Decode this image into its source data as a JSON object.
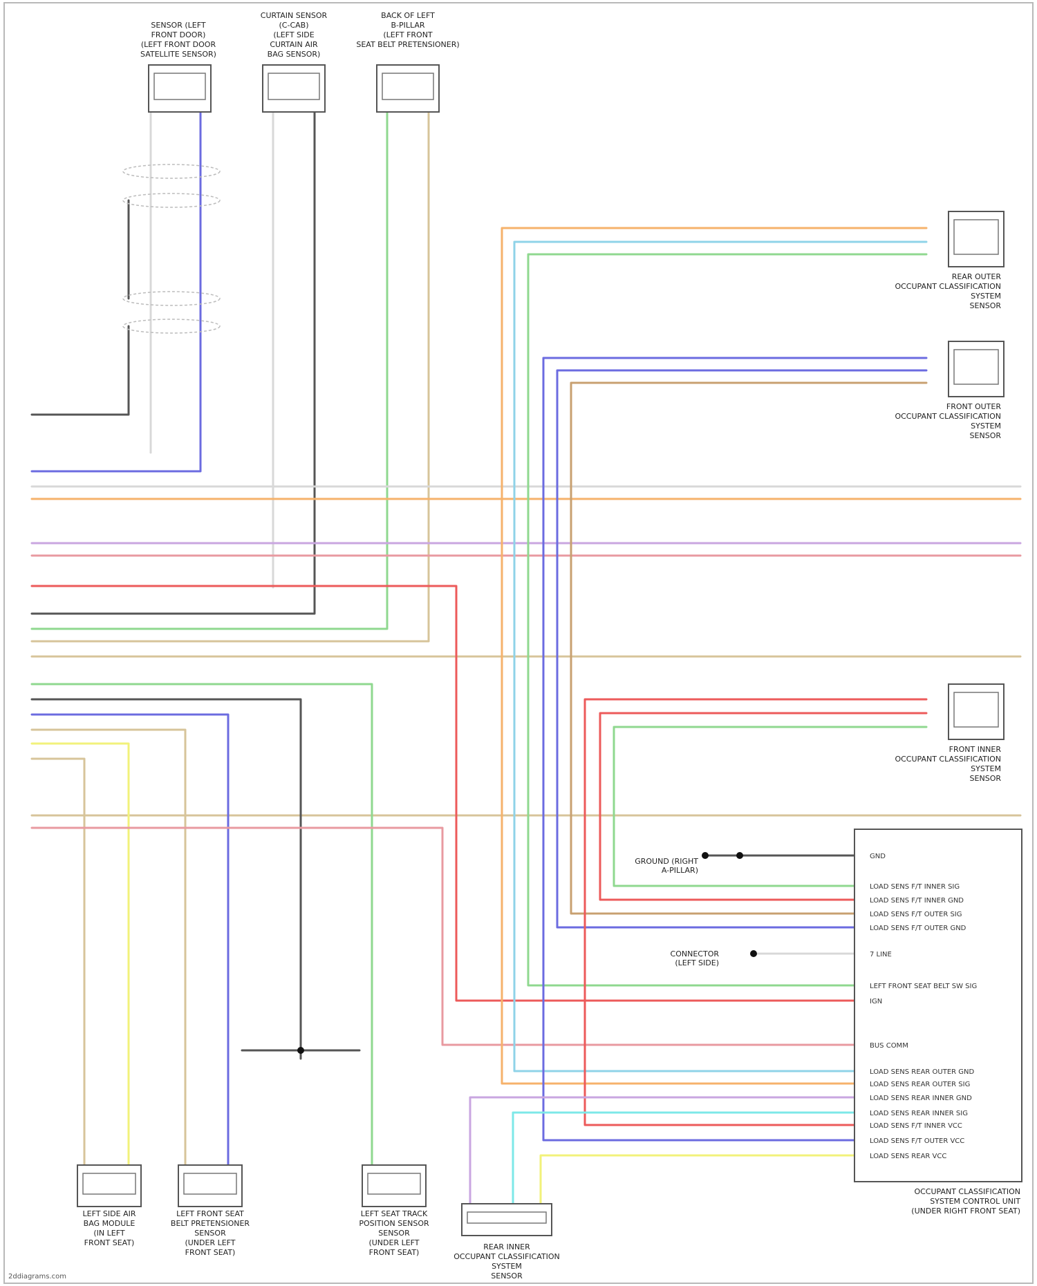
{
  "components": [
    {
      "id": "c1",
      "lines": [
        "SENSOR (LEFT",
        "FRONT DOOR)",
        "(LEFT FRONT DOOR",
        "SATELLITE SENSOR)"
      ]
    },
    {
      "id": "c2",
      "lines": [
        "CURTAIN SENSOR",
        "(C-CAB)",
        "(LEFT SIDE",
        "CURTAIN AIR",
        "BAG SENSOR)"
      ]
    },
    {
      "id": "c3",
      "lines": [
        "BACK OF LEFT",
        "B-PILLAR",
        "(LEFT FRONT",
        "SEAT BELT PRETENSIONER)"
      ]
    },
    {
      "id": "c4",
      "lines": [
        "REAR OUTER",
        "OCCUPANT CLASSIFICATION",
        "SYSTEM",
        "SENSOR"
      ]
    },
    {
      "id": "c5",
      "lines": [
        "FRONT OUTER",
        "OCCUPANT CLASSIFICATION",
        "SYSTEM",
        "SENSOR"
      ]
    },
    {
      "id": "c6",
      "lines": [
        "FRONT INNER",
        "OCCUPANT CLASSIFICATION",
        "SYSTEM",
        "SENSOR"
      ]
    },
    {
      "id": "c7",
      "lines": [
        "LEFT SIDE AIR",
        "BAG MODULE",
        "(IN LEFT",
        "FRONT SEAT)"
      ]
    },
    {
      "id": "c8",
      "lines": [
        "LEFT FRONT SEAT",
        "BELT PRETENSIONER",
        "SENSOR",
        "(UNDER LEFT",
        "FRONT SEAT)"
      ]
    },
    {
      "id": "c9",
      "lines": [
        "LEFT SEAT TRACK",
        "POSITION SENSOR",
        "SENSOR",
        "(UNDER LEFT",
        "FRONT SEAT)"
      ]
    },
    {
      "id": "c10",
      "lines": [
        "REAR INNER",
        "OCCUPANT CLASSIFICATION",
        "SYSTEM",
        "SENSOR"
      ]
    },
    {
      "id": "c11",
      "lines": [
        "OCCUPANT CLASSIFICATION",
        "SYSTEM CONTROL UNIT",
        "(UNDER RIGHT FRONT SEAT)"
      ]
    }
  ],
  "signal_labels": [
    "GND",
    "LOAD SENS F/T INNER SIG",
    "LOAD SENS F/T INNER GND",
    "LOAD SENS F/T OUTER SIG",
    "LOAD SENS F/T OUTER GND",
    "7 LINE",
    "LEFT FRONT SEAT BELT SW SIG",
    "IGN",
    "BUS COMM",
    "LOAD SENS REAR OUTER GND",
    "LOAD SENS REAR OUTER SIG",
    "LOAD SENS REAR INNER GND",
    "LOAD SENS REAR INNER SIG",
    "LOAD SENS F/T INNER VCC",
    "LOAD SENS F/T OUTER VCC",
    "LOAD SENS REAR VCC"
  ],
  "sources": [
    {
      "lines": [
        "GROUND (RIGHT",
        "A-PILLAR)"
      ]
    },
    {
      "lines": [
        "CONNECTOR",
        "(LEFT SIDE)"
      ]
    }
  ],
  "wire_colors": {
    "org": "#f6b26b",
    "ltblu": "#8fd3e8",
    "grn": "#8fd88f",
    "blu": "#6b6be0",
    "brn": "#c8a070",
    "red": "#ec5a5a",
    "yel": "#f2f27a",
    "cyan": "#7de8e8",
    "pnk": "#e89aa0",
    "vio": "#c9a6e0",
    "gry": "#777777",
    "wht": "#d8d8d8",
    "tan": "#d7c49a",
    "blk": "#555555"
  },
  "footer": {
    "text": "2ddiagrams.com"
  }
}
